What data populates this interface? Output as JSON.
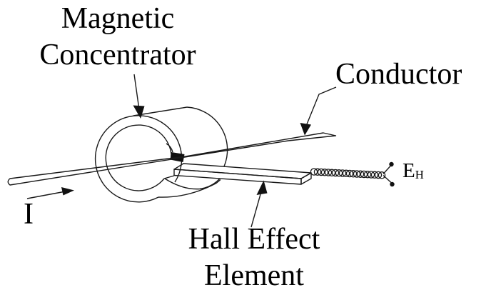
{
  "page": {
    "background": "#ffffff"
  },
  "diagram": {
    "colors": {
      "line": "#1a1a1a",
      "text": "#000000",
      "gap_fill": "#000000",
      "background": "#ffffff"
    },
    "labels": {
      "magnetic_concentrator": {
        "line1": "Magnetic",
        "line2": "Concentrator"
      },
      "conductor": "Conductor",
      "current": "I",
      "hall_element": {
        "line1": "Hall Effect",
        "line2": "Element"
      },
      "output_voltage": {
        "base": "E",
        "subscript": "H"
      }
    }
  }
}
